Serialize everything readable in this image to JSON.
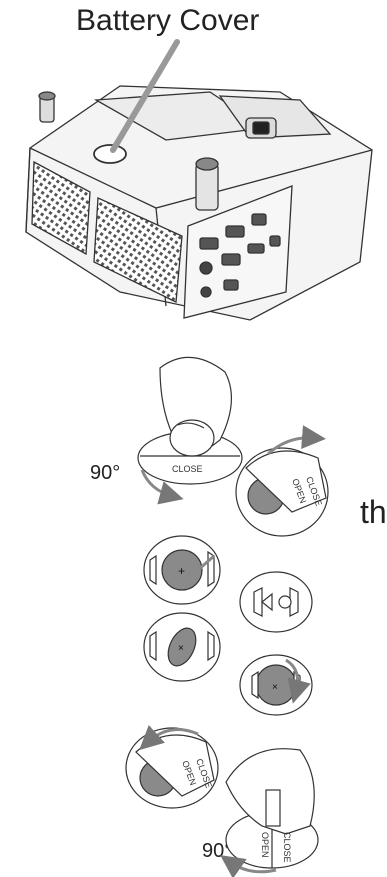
{
  "diagram": {
    "title": "Battery Cover",
    "angle_top": "90°",
    "angle_bottom": "90°",
    "side_fragment": "the",
    "cover_labels": {
      "close": "CLOSE",
      "open": "OPEN"
    }
  }
}
